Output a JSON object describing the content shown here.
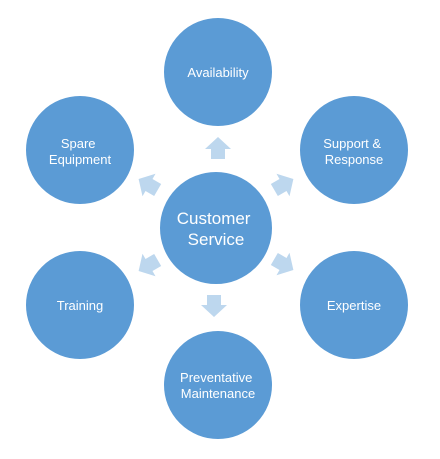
{
  "diagram": {
    "colors": {
      "background": "#ffffff",
      "circle_fill": "#5B9BD5",
      "circle_stroke": "#FFFFFF",
      "arrow_fill": "#BDD7EE",
      "text": "#FFFFFF"
    },
    "center": {
      "lines": [
        "Customer",
        "Service"
      ]
    },
    "nodes": [
      {
        "id": "availability",
        "lines": [
          "Availability"
        ]
      },
      {
        "id": "support-response",
        "lines": [
          "Support &",
          "Response"
        ]
      },
      {
        "id": "expertise",
        "lines": [
          "Expertise"
        ]
      },
      {
        "id": "preventative-maintenance",
        "lines": [
          "Preventative",
          "Maintenance"
        ]
      },
      {
        "id": "training",
        "lines": [
          "Training"
        ]
      },
      {
        "id": "spare-equipment",
        "lines": [
          "Spare",
          "Equipment"
        ]
      }
    ]
  }
}
